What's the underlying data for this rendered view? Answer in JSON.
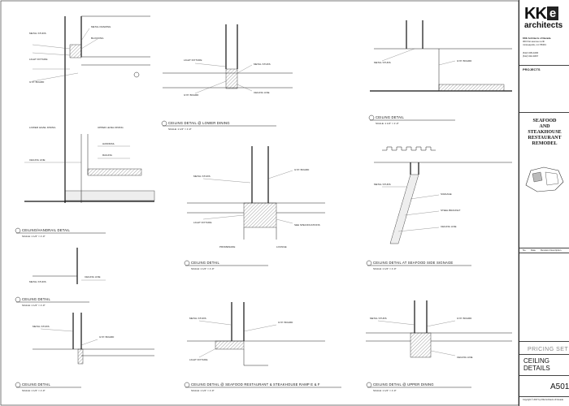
{
  "firm": {
    "logo_letters": "KK",
    "logo_e": "e",
    "logo_word": "architects",
    "name": "KKE Architects of Nevada",
    "address_1": "300 first avenue north",
    "address_2": "minneapolis, mn 55401",
    "phone": "(612) 339-4200",
    "fax": "(612) 342-9267",
    "projects_label": "PROJECTS"
  },
  "project": {
    "title_lines": [
      "SEAFOOD",
      "AND",
      "STEAKHOUSE",
      "RESTAURANT",
      "REMODEL"
    ]
  },
  "revisions": {
    "headers": [
      "No.",
      "Date",
      "Revision Description"
    ]
  },
  "sheet": {
    "set_label": "PRICING SET",
    "title_line1": "CEILING",
    "title_line2": "DETAILS",
    "number": "A501",
    "copyright": "Copyright © 2007 by KKE Architects of Nevada"
  },
  "details": [
    {
      "id": "d1",
      "title": "CEILING/HANDRAIL DETAIL",
      "scale": "SCALE: 1 1/2\" = 1'-0\""
    },
    {
      "id": "d2",
      "title": "CEILING DETAIL @ LOWER DINING",
      "scale": "SCALE: 1 1/2\" = 1'-0\""
    },
    {
      "id": "d3",
      "title": "CEILING DETAIL",
      "scale": "SCALE: 1 1/2\" = 1'-0\""
    },
    {
      "id": "d4",
      "title": "CEILING DETAIL",
      "scale": "SCALE: 1 1/2\" = 1'-0\""
    },
    {
      "id": "d5",
      "title": "CEILING DETAIL",
      "scale": "SCALE: 1 1/2\" = 1'-0\""
    },
    {
      "id": "d6",
      "title": "CEILING DETAIL AT SEAFOOD SIDE SIGNAGE",
      "scale": "SCALE: 1 1/2\" = 1'-0\""
    },
    {
      "id": "d7",
      "title": "CEILING DETAIL",
      "scale": "SCALE: 1 1/2\" = 1'-0\""
    },
    {
      "id": "d8",
      "title": "CEILING DETAIL @ SEAFOOD RESTAURANT & STEAKHOUSE RAMP E & F",
      "scale": "SCALE: 1 1/2\" = 1'-0\""
    },
    {
      "id": "d9",
      "title": "CEILING DETAIL @ UPPER DINING",
      "scale": "SCALE: 1 1/2\" = 1'-0\""
    }
  ],
  "notes": {
    "lower_level_dining": "LOWER LEVEL DINING",
    "upper_level_dining": "UPPER LEVEL DINING",
    "promenade": "PROMENADE",
    "lounge": "LOUNGE",
    "metal_studs": "METAL STUDS",
    "gyp_board": "GYP. BOARD",
    "ceiling_line": "CEILING LINE",
    "see_spec": "SEE SPECIFICATIONS"
  }
}
